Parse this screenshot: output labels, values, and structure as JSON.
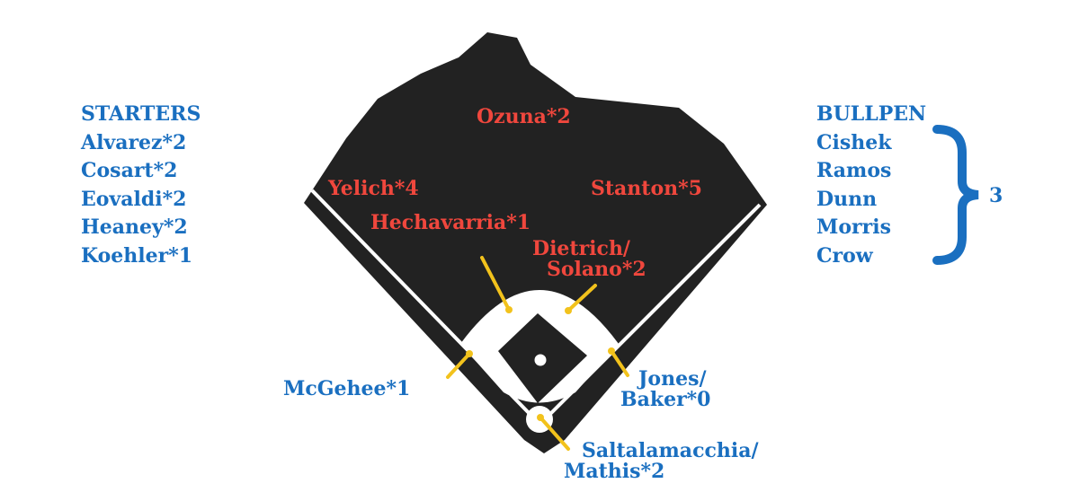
{
  "starters": {
    "heading": "STARTERS",
    "names": [
      "Alvarez*2",
      "Cosart*2",
      "Eovaldi*2",
      "Heaney*2",
      "Koehler*1"
    ]
  },
  "bullpen": {
    "heading": "BULLPEN",
    "names": [
      "Cishek",
      "Ramos",
      "Dunn",
      "Morris",
      "Crow"
    ],
    "count": "3"
  },
  "positions": {
    "cf": "Ozuna*2",
    "lf": "Yelich*4",
    "rf": "Stanton*5",
    "ss": "Hechavarria*1",
    "second_base": [
      "Dietrich/",
      "Solano*2"
    ],
    "third_base": "McGehee*1",
    "first_base": [
      "Jones/",
      "Baker*0"
    ],
    "catcher": [
      "Saltalamacchia/",
      "Mathis*2"
    ]
  },
  "colors": {
    "field": "#222222",
    "infield": "#ffffff",
    "pointer": "#f2c21c",
    "blue_text": "#1a6fc0",
    "red_text": "#f0473d"
  }
}
